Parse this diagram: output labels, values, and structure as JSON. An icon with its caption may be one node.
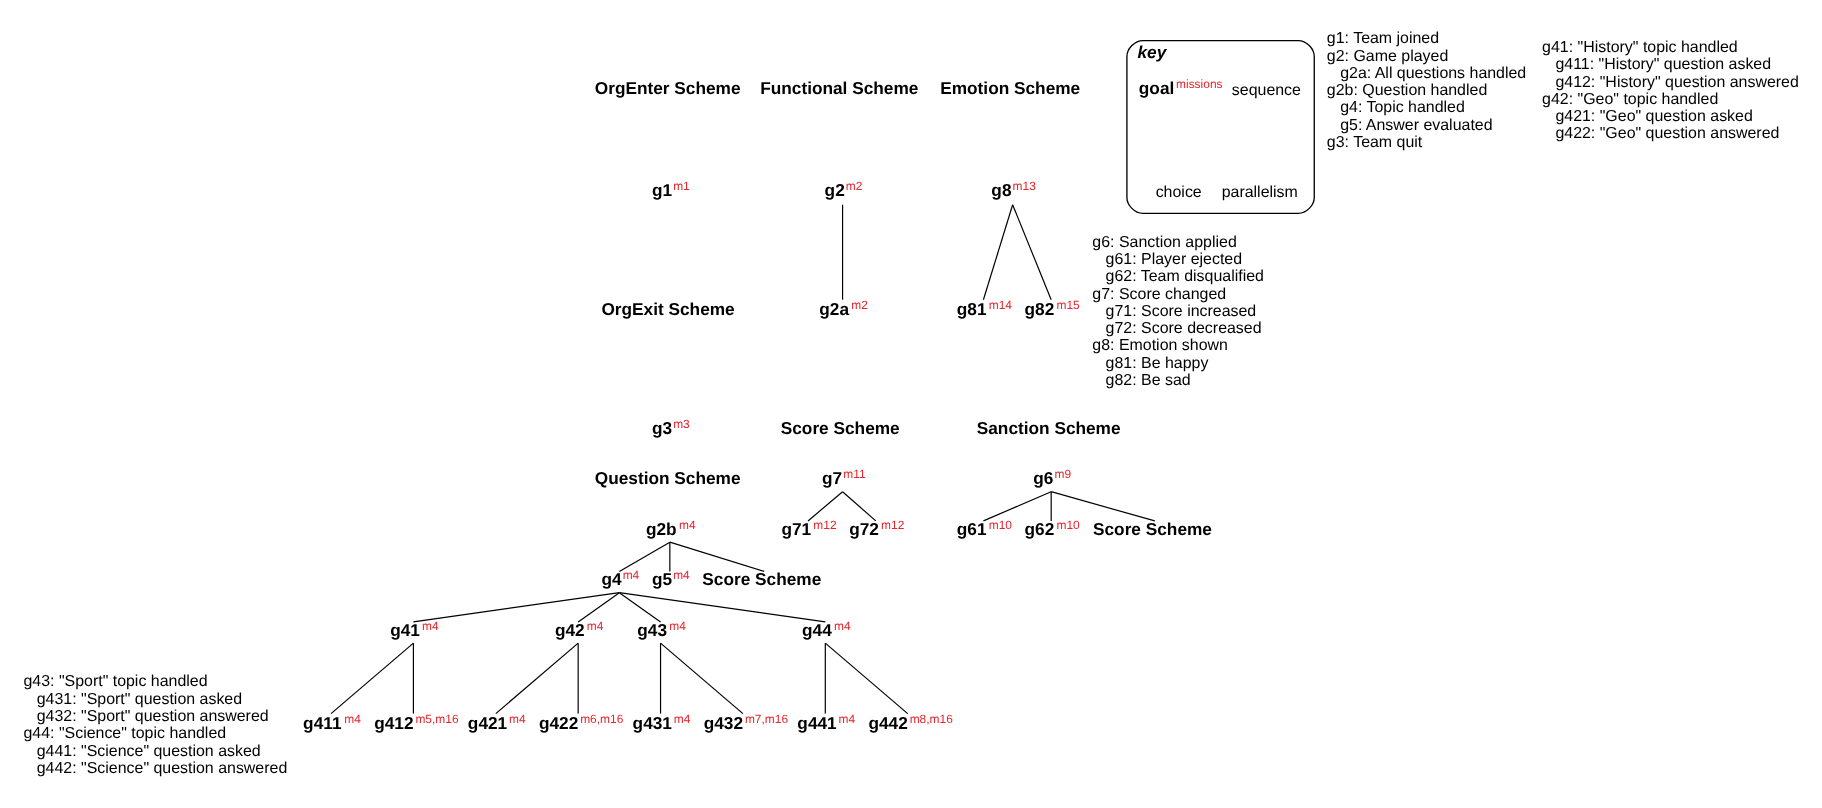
{
  "diagram": {
    "nodes": [
      {
        "text": [
          "g1"
        ],
        "beside": [
          "m1"
        ]
      },
      {
        "text": [
          "g3"
        ],
        "beside": [
          "m3"
        ]
      },
      {
        "text": [
          "g2"
        ],
        "beside": [
          "m2"
        ]
      },
      {
        "text": [
          "g2a"
        ],
        "beside": [
          "m2"
        ]
      },
      {
        "text": [
          "g8"
        ],
        "beside": [
          "m13"
        ]
      },
      {
        "text": [
          "g81"
        ],
        "beside": [
          "m14"
        ]
      },
      {
        "text": [
          "g82"
        ],
        "beside": [
          "m15"
        ]
      },
      {
        "text": [
          "key"
        ]
      },
      {
        "text": [
          "goal"
        ],
        "beside": [
          "missions"
        ],
        "in": 7
      },
      {
        "text": [
          "g2b"
        ],
        "beside": [
          "m4"
        ]
      },
      {
        "text": [
          "g4"
        ],
        "beside": [
          "m4"
        ]
      },
      {
        "text": [
          "g5"
        ],
        "beside": [
          "m4"
        ]
      },
      {
        "text": [
          "Score Scheme"
        ]
      },
      {
        "text": [
          "g7"
        ],
        "beside": [
          "m11"
        ]
      },
      {
        "text": [
          "g71"
        ],
        "beside": [
          "m12"
        ]
      },
      {
        "text": [
          "g72"
        ],
        "beside": [
          "m12"
        ]
      },
      {
        "text": [
          "g6"
        ],
        "beside": [
          "m9"
        ]
      },
      {
        "text": [
          "g61"
        ],
        "beside": [
          "m10"
        ]
      },
      {
        "text": [
          "g62"
        ],
        "beside": [
          "m10"
        ]
      },
      {
        "text": [
          "Score Scheme"
        ]
      },
      {
        "text": [
          "g41"
        ],
        "beside": [
          "m4"
        ]
      },
      {
        "text": [
          "g42"
        ],
        "beside": [
          "m4"
        ]
      },
      {
        "text": [
          "g43"
        ],
        "beside": [
          "m4"
        ]
      },
      {
        "text": [
          "g44"
        ],
        "beside": [
          "m4"
        ]
      },
      {
        "text": [
          "g411"
        ],
        "beside": [
          "m4"
        ]
      },
      {
        "text": [
          "g412"
        ],
        "beside": [
          "m5,m16"
        ]
      },
      {
        "text": [
          "g421"
        ],
        "beside": [
          "m4"
        ]
      },
      {
        "text": [
          "g422"
        ],
        "beside": [
          "m6,m16"
        ]
      },
      {
        "text": [
          "g431"
        ],
        "beside": [
          "m4"
        ]
      },
      {
        "text": [
          "g432"
        ],
        "beside": [
          "m7,m16"
        ]
      },
      {
        "text": [
          "g441"
        ],
        "beside": [
          "m4"
        ]
      },
      {
        "text": [
          "g442"
        ],
        "beside": [
          "m8,m16"
        ]
      }
    ],
    "edges": [
      {
        "from": 2,
        "to": 3,
        "arrow": "none"
      },
      {
        "from": 4,
        "to": 5,
        "arrow": "none"
      },
      {
        "from": 4,
        "to": 6,
        "arrow": "none"
      },
      {
        "from": 9,
        "to": 10,
        "arrow": "none"
      },
      {
        "from": 9,
        "to": 11,
        "arrow": "none"
      },
      {
        "from": 9,
        "to": 12,
        "arrow": "none"
      },
      {
        "from": 13,
        "to": 14,
        "arrow": "none"
      },
      {
        "from": 13,
        "to": 15,
        "arrow": "none"
      },
      {
        "from": 16,
        "to": 17,
        "arrow": "none"
      },
      {
        "from": 16,
        "to": 18,
        "arrow": "none"
      },
      {
        "from": 16,
        "to": 19,
        "arrow": "none"
      },
      {
        "from": 10,
        "to": 20,
        "arrow": "none"
      },
      {
        "from": 10,
        "to": 21,
        "arrow": "none"
      },
      {
        "from": 10,
        "to": 22,
        "arrow": "none"
      },
      {
        "from": 10,
        "to": 23,
        "arrow": "none"
      },
      {
        "from": 20,
        "to": 24,
        "arrow": "none"
      },
      {
        "from": 20,
        "to": 25,
        "arrow": "none"
      },
      {
        "from": 21,
        "to": 26,
        "arrow": "none"
      },
      {
        "from": 21,
        "to": 27,
        "arrow": "none"
      },
      {
        "from": 22,
        "to": 28,
        "arrow": "none"
      },
      {
        "from": 22,
        "to": 29,
        "arrow": "none"
      },
      {
        "from": 23,
        "to": 30,
        "arrow": "none"
      },
      {
        "from": 23,
        "to": 31,
        "arrow": "none"
      }
    ],
    "labels": [
      "g1: Team joined",
      "g2: Game played",
      "g2a: All questions handled",
      "g2b: Question handled",
      "g4: Topic handled",
      "g5: Answer evaluated",
      "g3: Team quit",
      "OrgEnter Scheme",
      "Functional Scheme",
      "Emotion Scheme",
      "OrgExit Scheme",
      "Question Scheme",
      "Score Scheme",
      "Sanction Scheme",
      "g41: \"History\" topic handled",
      "g411: \"History\" question asked",
      "g412: \"History\" question answered",
      "g42: \"Geo\" topic handled",
      "g421: \"Geo\" question asked",
      "g422: \"Geo\" question answered",
      "g6: Sanction applied",
      "g61: Player ejected",
      "g62: Team disqualified",
      "g7: Score changed",
      "g71: Score increased",
      "g72: Score decreased",
      "g8: Emotion shown",
      "g81: Be happy",
      "g82: Be sad",
      "g43: \"Sport\" topic handled",
      "g431: \"Sport\" question asked",
      "g432: \"Sport\" question answered",
      "g44: \"Science\" topic handled",
      "g441: \"Science\" question asked",
      "g442: \"Science\" question answered"
    ],
    "legend": [
      {
        "text": "sequence"
      },
      {
        "text": "choice"
      },
      {
        "text": "parallelism"
      }
    ]
  }
}
